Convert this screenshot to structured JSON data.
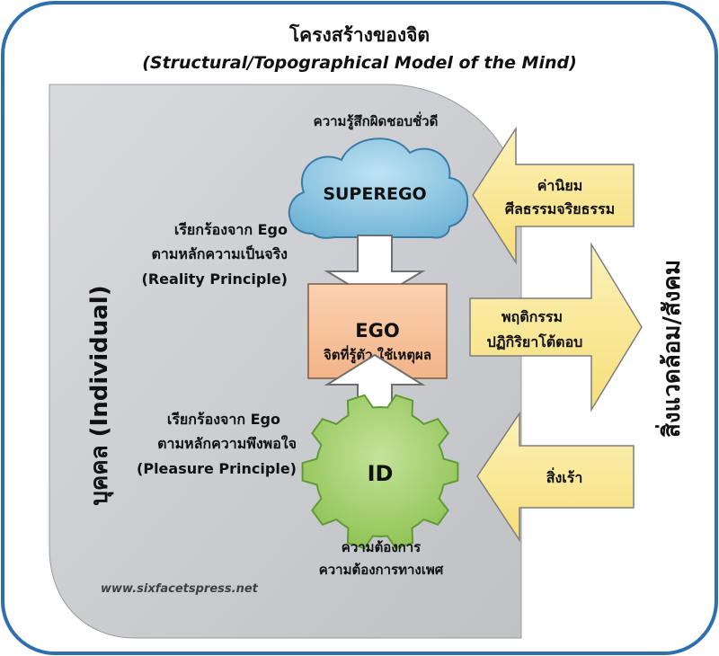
{
  "title": {
    "thai": "โครงสร้างของจิต",
    "english": "(Structural/Topographical Model of the Mind)"
  },
  "labels": {
    "individual": "บุคคล (Individual)",
    "environment": "สิ่งแวดล้อม/สังคม",
    "watermark": "www.sixfacetspress.net"
  },
  "superego": {
    "name": "SUPEREGO",
    "caption": "ความรู้สึกผิดชอบชั่วดี"
  },
  "ego": {
    "name": "EGO",
    "subtitle": "จิตที่รู้ตัว ใช้เหตุผล"
  },
  "id": {
    "name": "ID",
    "caption_line1": "ความต้องการ",
    "caption_line2": "ความต้องการทางเพศ"
  },
  "reality_demand": {
    "line1": "เรียกร้องจาก Ego",
    "line2": "ตามหลักความเป็นจริง",
    "line3": "(Reality Principle)"
  },
  "pleasure_demand": {
    "line1": "เรียกร้องจาก Ego",
    "line2": "ตามหลักความพึงพอใจ",
    "line3": "(Pleasure Principle)"
  },
  "arrows": {
    "values": {
      "line1": "ค่านิยม",
      "line2": "ศีลธรรมจริยธรรม"
    },
    "behavior": {
      "line1": "พฤติกรรม",
      "line2": "ปฏิกิริยาโต้ตอบ"
    },
    "stimulus": {
      "line1": "สิ่งเร้า"
    }
  },
  "colors": {
    "frame_border": "#2f6fae",
    "individual_panel": "#cfd0d3",
    "superego_cloud": "#86c3e0",
    "ego_box": "#f7c29a",
    "id_gear": "#a5d16e",
    "yellow_arrow": "#fbec9c"
  }
}
